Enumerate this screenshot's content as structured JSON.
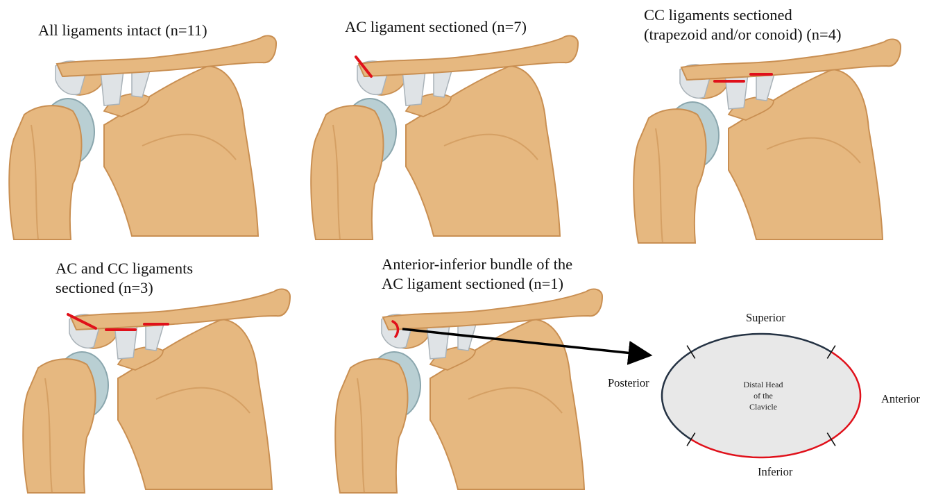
{
  "panels": [
    {
      "caption_lines": [
        "All ligaments intact (n=11)"
      ]
    },
    {
      "caption_lines": [
        "AC ligament sectioned (n=7)"
      ]
    },
    {
      "caption_lines": [
        "CC ligaments sectioned",
        "(trapezoid and/or conoid) (n=4)"
      ]
    },
    {
      "caption_lines": [
        "AC and CC ligaments",
        "sectioned (n=3)"
      ]
    },
    {
      "caption_lines": [
        "Anterior-inferior bundle of the",
        "AC ligament sectioned (n=1)"
      ]
    }
  ],
  "clavicle_diagram": {
    "superior": "Superior",
    "inferior": "Inferior",
    "anterior": "Anterior",
    "posterior": "Posterior",
    "center_lines": [
      "Distal Head",
      "of the",
      "Clavicle"
    ]
  },
  "colors": {
    "bone": "#e6b880",
    "bone_shade": "#c98f52",
    "cartilage": "#b9cfd3",
    "ligament": "#dfe3e6",
    "cut_line": "#e0101a",
    "ellipse_fill": "#e8e8e8",
    "ellipse_stroke": "#243243"
  }
}
